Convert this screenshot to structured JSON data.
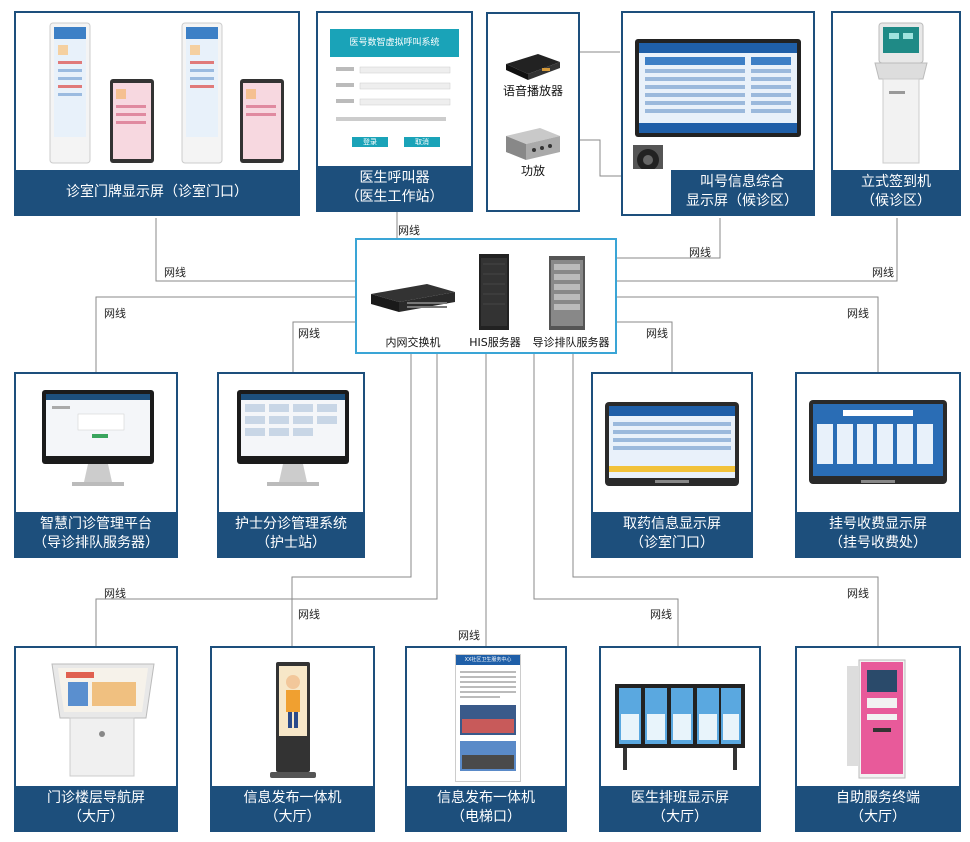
{
  "wire_label": "网线",
  "hub": {
    "switch_label": "内网交换机",
    "his_label": "HIS服务器",
    "queue_label": "导诊排队服务器"
  },
  "audio": {
    "player_label": "语音播放器",
    "amp_label": "功放"
  },
  "devices_top": [
    {
      "line1": "诊室门牌显示屏（诊室门口）",
      "line2": ""
    },
    {
      "line1": "医生呼叫器",
      "line2": "（医生工作站）",
      "screen_title": "医号数智虚拟呼叫系统",
      "btn1": "登录",
      "btn2": "取消"
    },
    {
      "line1": "叫号信息综合",
      "line2": "显示屏（候诊区）"
    },
    {
      "line1": "立式签到机",
      "line2": "（候诊区）"
    }
  ],
  "devices_mid": [
    {
      "line1": "智慧门诊管理平台",
      "line2": "（导诊排队服务器）"
    },
    {
      "line1": "护士分诊管理系统",
      "line2": "（护士站）"
    },
    {
      "line1": "取药信息显示屏",
      "line2": "（诊室门口）"
    },
    {
      "line1": "挂号收费显示屏",
      "line2": "（挂号收费处）"
    }
  ],
  "devices_bottom": [
    {
      "line1": "门诊楼层导航屏",
      "line2": "（大厅）"
    },
    {
      "line1": "信息发布一体机",
      "line2": "（大厅）"
    },
    {
      "line1": "信息发布一体机",
      "line2": "（电梯口）",
      "screen_title": "XX社区卫生服务中心"
    },
    {
      "line1": "医生排班显示屏",
      "line2": "（大厅）"
    },
    {
      "line1": "自助服务终端",
      "line2": "（大厅）"
    }
  ],
  "colors": {
    "accent": "#1d4f7c",
    "hub_border": "#3aa5d6",
    "line": "#888888"
  }
}
